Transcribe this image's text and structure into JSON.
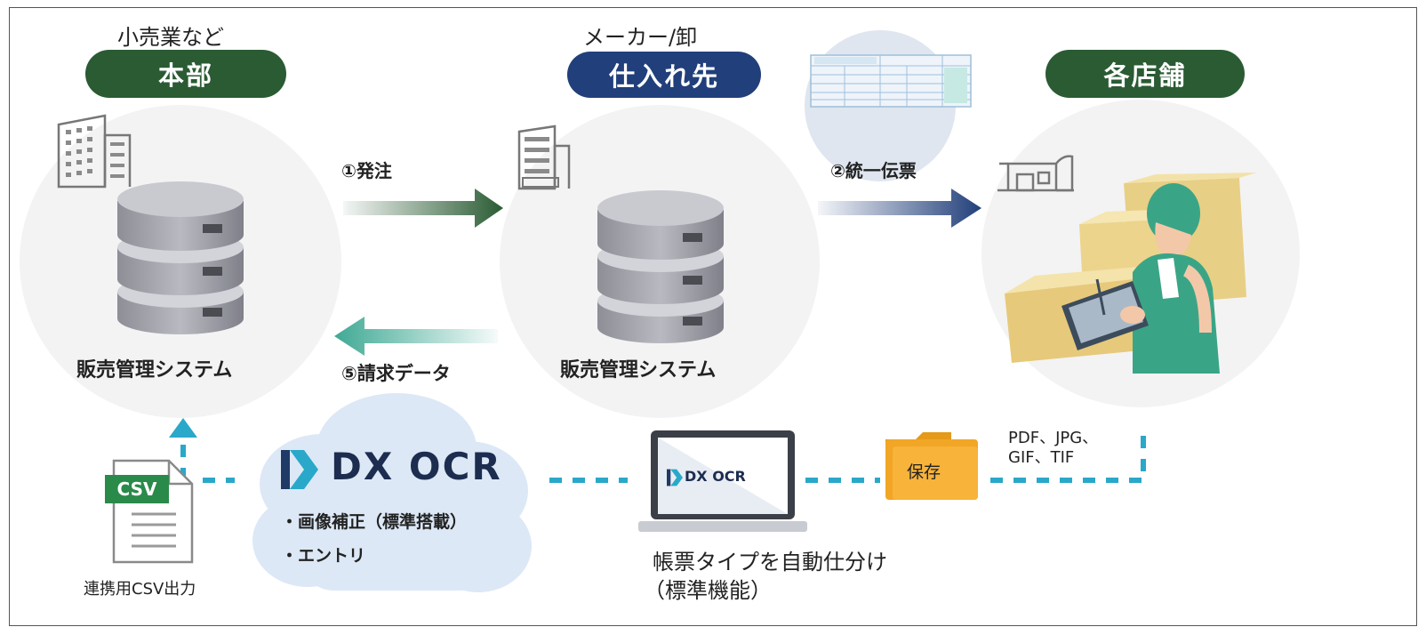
{
  "colors": {
    "green": "#2a5b33",
    "navy": "#213f7a",
    "teal": "#3fa994",
    "dashed": "#2aa8c9",
    "folder": "#f2a626"
  },
  "headquarters": {
    "caption": "小売業など",
    "badge": "本部",
    "system_label": "販売管理システム",
    "building_icon": "office-building-icon",
    "server_icon": "database-server-icon"
  },
  "supplier": {
    "caption": "メーカー/卸",
    "badge": "仕入れ先",
    "system_label": "販売管理システム",
    "building_icon": "small-building-icon",
    "server_icon": "database-server-icon"
  },
  "stores": {
    "badge": "各店舗",
    "building_icon": "store-icon",
    "worker_icon": "store-worker-with-tablet-icon",
    "slip_icon": "form-slip-icon"
  },
  "flows": {
    "order": "①発注",
    "slip": "②統一伝票",
    "billing": "⑤請求データ"
  },
  "ocr": {
    "logo_text": "DX OCR",
    "features": [
      "・画像補正（標準搭載）",
      "・エントリ"
    ],
    "laptop_logo": "DX OCR",
    "classify_line1": "帳票タイプを自動仕分け",
    "classify_line2": "（標準機能）"
  },
  "csv": {
    "tag": "CSV",
    "caption": "連携用CSV出力"
  },
  "storage": {
    "folder_label": "保存",
    "formats_line1": "PDF、JPG、",
    "formats_line2": "GIF、TIF"
  }
}
